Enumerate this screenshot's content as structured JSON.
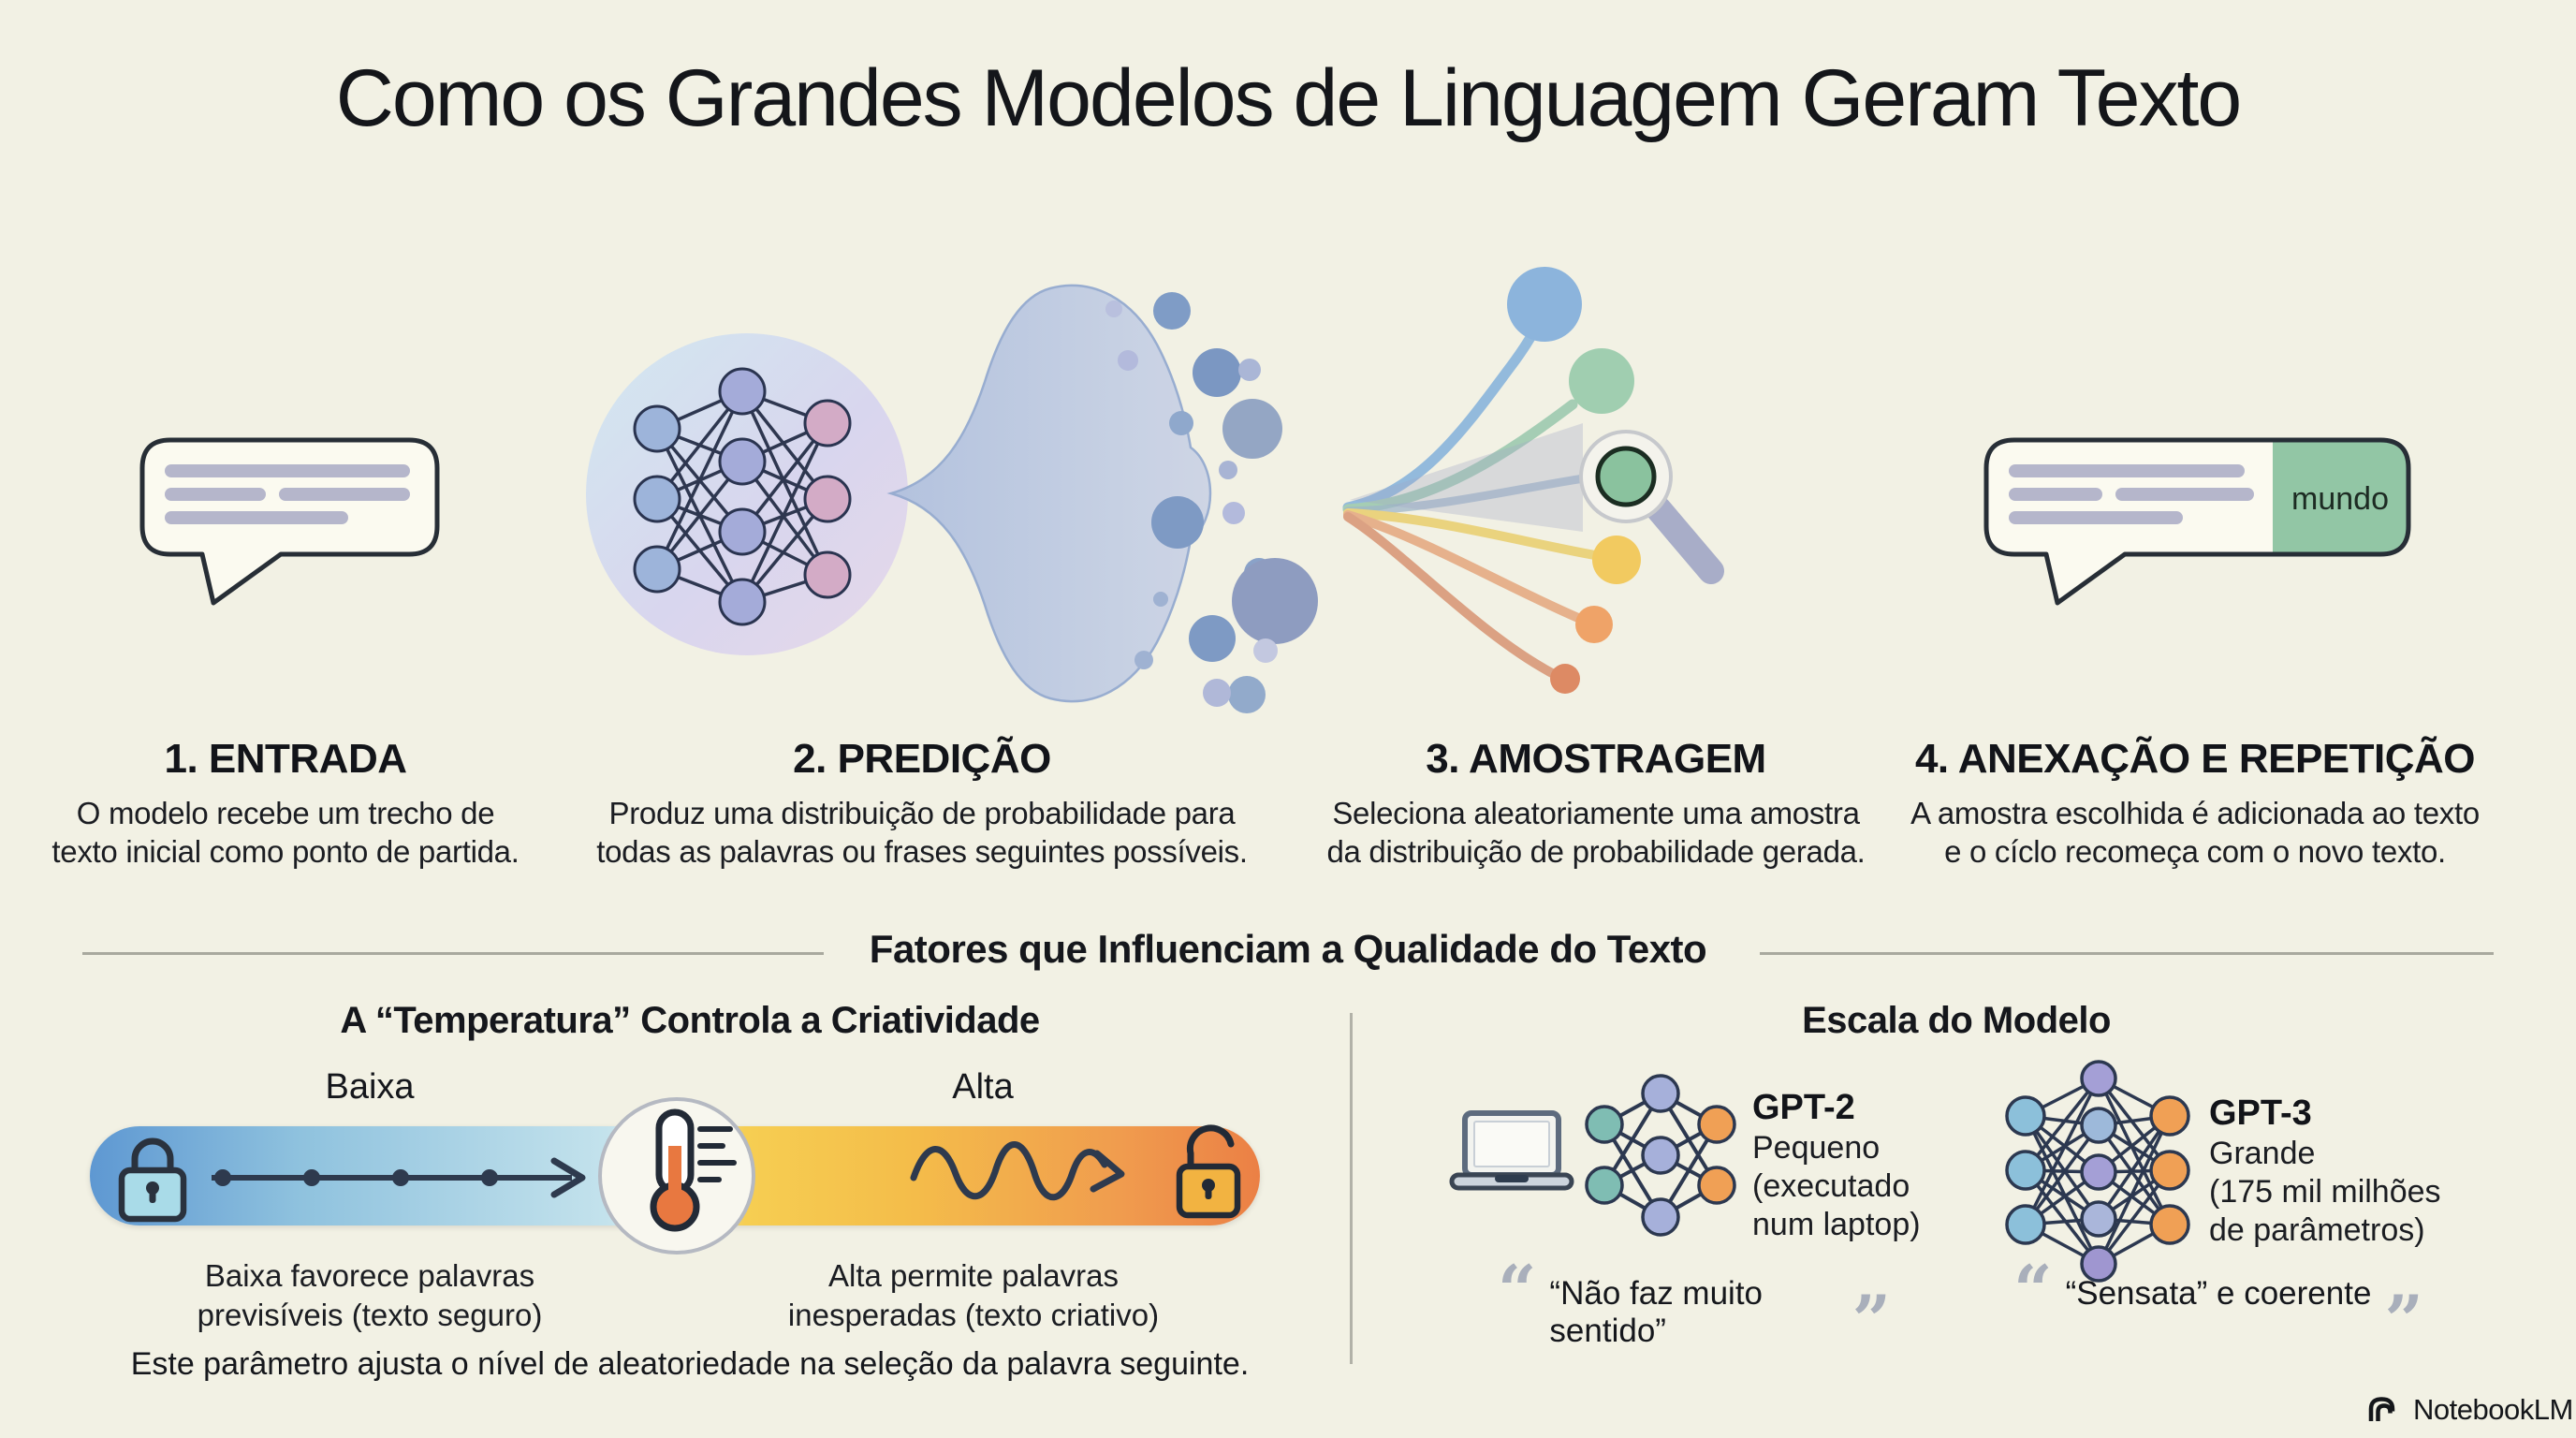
{
  "page": {
    "title": "Como os Grandes Modelos de Linguagem Geram Texto",
    "brand": "NotebookLM"
  },
  "steps": [
    {
      "heading": "1. ENTRADA",
      "description": "O modelo recebe um trecho de\ntexto inicial como ponto de partida."
    },
    {
      "heading": "2. PREDIÇÃO",
      "description": "Produz uma distribuição de probabilidade para\ntodas as palavras ou frases seguintes possíveis."
    },
    {
      "heading": "3. AMOSTRAGEM",
      "description": "Seleciona aleatoriamente uma amostra\nda distribuição de probabilidade gerada."
    },
    {
      "heading": "4. ANEXAÇÃO E REPETIÇÃO",
      "description": "A amostra escolhida é adicionada ao texto\ne o cíclo recomeça com o novo texto."
    }
  ],
  "output_bubble": {
    "token": "mundo"
  },
  "factors_section": {
    "title": "Fatores que Influenciam a Qualidade do Texto",
    "temperature": {
      "title": "A “Temperatura” Controla a Criatividade",
      "low_label": "Baixa",
      "high_label": "Alta",
      "low_caption": "Baixa favorece palavras\nprevisíveis (texto seguro)",
      "high_caption": "Alta permite palavras\ninesperadas (texto criativo)",
      "footnote": "Este parâmetro ajusta o nível de aleatoriedade na seleção da palavra seguinte."
    },
    "model_scale": {
      "title": "Escala do Modelo",
      "models": [
        {
          "name": "GPT-2",
          "desc": "Pequeno\n(executado\nnum laptop)",
          "quote": "“Não faz muito sentido”"
        },
        {
          "name": "GPT-3",
          "desc": "Grande\n(175 mil milhões\nde parâmetros)",
          "quote": "“Sensata” e coerente"
        }
      ]
    }
  },
  "glyphs": {
    "quote_open": "“",
    "quote_close": "”"
  },
  "colors": {
    "background": "#f2f1e4",
    "ink": "#15171c",
    "accent_green": "#92c6a5",
    "bar_blue": "#5e98d2",
    "bar_yellow": "#f6ce52",
    "bar_orange": "#eb8045"
  }
}
